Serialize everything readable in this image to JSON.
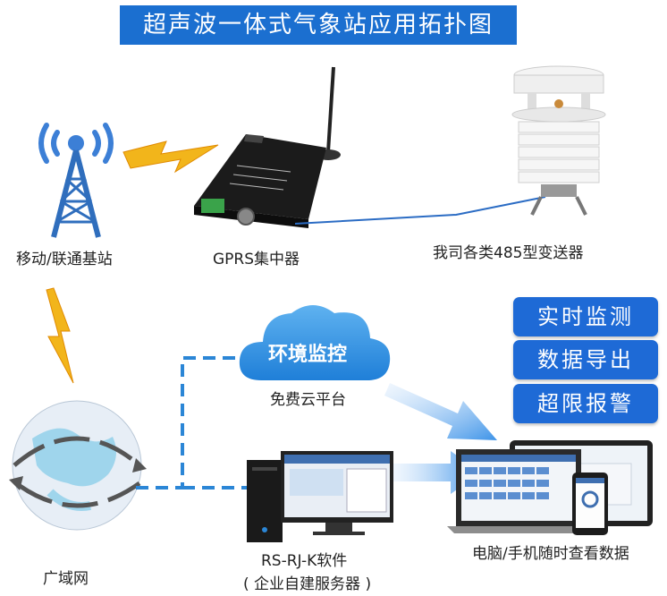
{
  "title": "超声波一体式气象站应用拓扑图",
  "nodes": {
    "base_station": "移动/联通基站",
    "gprs": "GPRS集中器",
    "sensor": "我司各类485型变送器",
    "cloud_title": "环境监控",
    "cloud_subtitle": "免费云平台",
    "internet": "广域网",
    "software_line1": "RS-RJ-K软件",
    "software_line2": "( 企业自建服务器 )",
    "devices": "电脑/手机随时查看数据"
  },
  "features": [
    "实时监测",
    "数据导出",
    "超限报警"
  ],
  "colors": {
    "banner": "#1b6fd0",
    "feature_button": "#1e6ad6",
    "cloud": "#2a8fe0",
    "dashed_link": "#2b86d6",
    "lightning": "#f2b51b"
  }
}
